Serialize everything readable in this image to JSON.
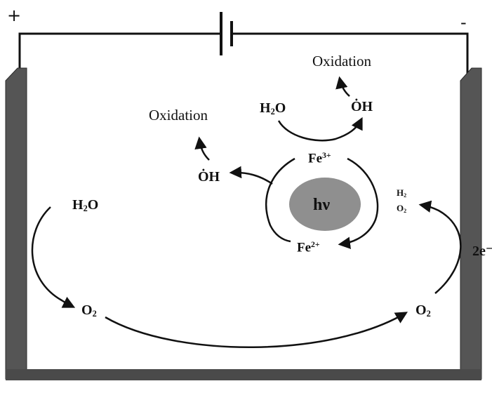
{
  "terminals": {
    "positive": "+",
    "negative": "-"
  },
  "labels": {
    "oxidation_top": "Oxidation",
    "oxidation_left": "Oxidation",
    "water_top": {
      "main": "H",
      "sub": "2",
      "tail": "O"
    },
    "hydroxyl_top": "ȮH",
    "hydroxyl_left": "ȮH",
    "fe3": {
      "main": "Fe",
      "sup": "3+"
    },
    "fe2": {
      "main": "Fe",
      "sup": "2+"
    },
    "light": "hν",
    "water_left": {
      "main": "H",
      "sub": "2",
      "tail": "O"
    },
    "peroxide": {
      "line1_main": "H",
      "line1_sub": "2",
      "line2_main": "O",
      "line2_sub": "2"
    },
    "electrons": "2e⁻",
    "oxygen_left": {
      "main": "O",
      "sub": "2"
    },
    "oxygen_right": {
      "main": "O",
      "sub": "2"
    }
  },
  "colors": {
    "wire": "#111111",
    "electrode": "#555555",
    "electrode_edge": "#2a2a2a",
    "cell_floor": "#4a4a4a",
    "light_ellipse": "#8f8f8f",
    "arrows": "#111111"
  }
}
